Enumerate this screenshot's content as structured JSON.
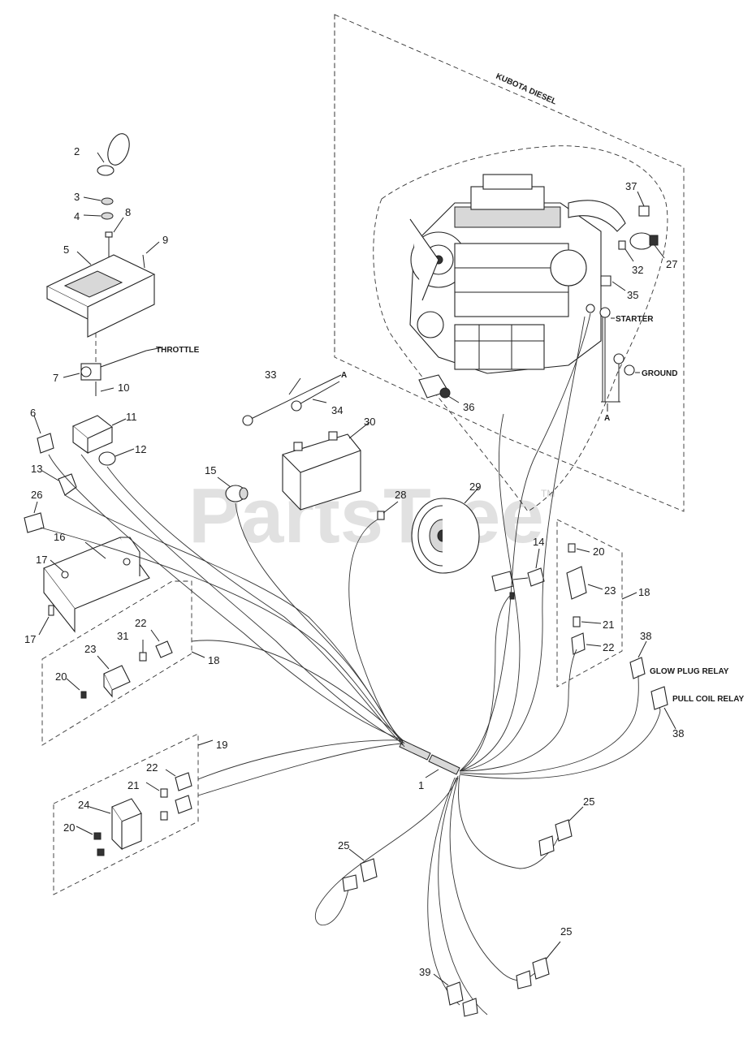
{
  "title": "KUBOTA DIESEL",
  "watermark": "PartsTree",
  "watermark_tm": "TM",
  "labels": {
    "throttle": "THROTTLE",
    "starter": "STARTER",
    "ground": "GROUND",
    "glow_plug_relay": "GLOW PLUG RELAY",
    "pull_coil_relay": "PULL COIL RELAY",
    "a_top": "A",
    "a_bottom": "A"
  },
  "callouts": {
    "c1": "1",
    "c2": "2",
    "c3": "3",
    "c4": "4",
    "c5": "5",
    "c6": "6",
    "c7": "7",
    "c8": "8",
    "c9": "9",
    "c10": "10",
    "c11": "11",
    "c12": "12",
    "c13": "13",
    "c14": "14",
    "c15": "15",
    "c16": "16",
    "c17a": "17",
    "c17b": "17",
    "c18a": "18",
    "c18b": "18",
    "c19": "19",
    "c20a": "20",
    "c20b": "20",
    "c20c": "20",
    "c21a": "21",
    "c21b": "21",
    "c22a": "22",
    "c22b": "22",
    "c22c": "22",
    "c23a": "23",
    "c23b": "23",
    "c24": "24",
    "c25a": "25",
    "c25b": "25",
    "c25c": "25",
    "c26": "26",
    "c27": "27",
    "c28": "28",
    "c29": "29",
    "c30": "30",
    "c31": "31",
    "c32": "32",
    "c33": "33",
    "c34": "34",
    "c35": "35",
    "c36": "36",
    "c37": "37",
    "c38a": "38",
    "c38b": "38",
    "c39": "39"
  }
}
